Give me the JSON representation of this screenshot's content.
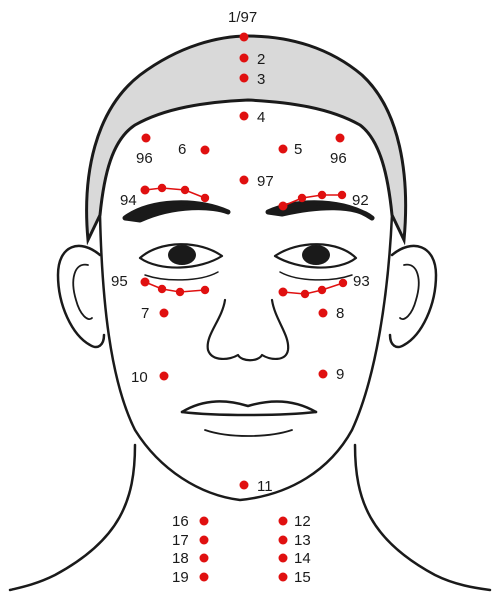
{
  "diagram": {
    "marker_color": "#e01010",
    "line_color": "#1a1a1a",
    "hair_color": "#d9d9d9",
    "points": [
      {
        "label": "1/97"
      },
      {
        "label": "2"
      },
      {
        "label": "3"
      },
      {
        "label": "4"
      },
      {
        "label": "6"
      },
      {
        "label": "5"
      },
      {
        "label": "96"
      },
      {
        "label": "96"
      },
      {
        "label": "97"
      },
      {
        "label": "94"
      },
      {
        "label": "92"
      },
      {
        "label": "95"
      },
      {
        "label": "93"
      },
      {
        "label": "7"
      },
      {
        "label": "8"
      },
      {
        "label": "10"
      },
      {
        "label": "9"
      },
      {
        "label": "11"
      },
      {
        "label": "16"
      },
      {
        "label": "17"
      },
      {
        "label": "18"
      },
      {
        "label": "19"
      },
      {
        "label": "12"
      },
      {
        "label": "13"
      },
      {
        "label": "14"
      },
      {
        "label": "15"
      }
    ]
  }
}
